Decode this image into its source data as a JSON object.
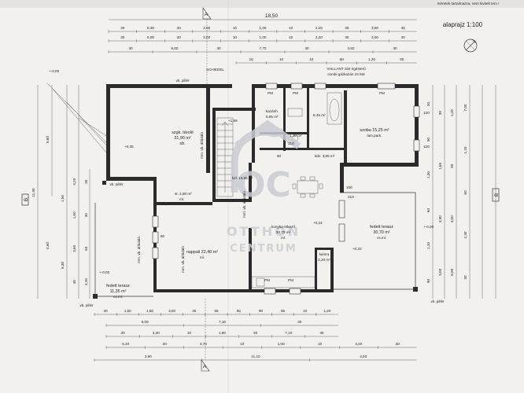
{
  "header": {
    "note": "méretek tartalmazza, nem kivitelt terv !",
    "scale": "alaprajz 1:100",
    "section_marker": "A",
    "axis_marker": "B"
  },
  "dims_top": {
    "overall": "18,50",
    "row1": [
      "30",
      "8,30",
      "30",
      "2,00",
      "10",
      "1,00",
      "10",
      "2,20",
      "30",
      "3,60",
      "30"
    ],
    "row2": [
      "30",
      "6,00",
      "30",
      "2,00",
      "10",
      "1,00",
      "10",
      "2,20",
      "30",
      "3,60",
      "30"
    ],
    "row3": [
      "30",
      "6,00",
      "30",
      "7,70",
      "30",
      "3,60",
      "30"
    ],
    "row4": [
      "10",
      "10",
      "10",
      "60",
      "1,20",
      "90"
    ]
  },
  "dims_bottom": {
    "row1": [
      "30",
      "1,50",
      "1,80",
      "3,60",
      "30",
      "65",
      "60",
      "90",
      "65",
      "10",
      "1,20"
    ],
    "row2": [
      "6,00",
      "7,10",
      "30"
    ],
    "row3": [
      "30",
      "3,30",
      "10",
      "1,80",
      "30",
      "7,10",
      "30"
    ],
    "row4": [
      "5,40",
      "30",
      "3,70",
      "10",
      "1,00",
      "10",
      "4,20",
      "30"
    ],
    "row5": [
      "2,90",
      "11,10",
      "4,50"
    ]
  },
  "dims_left": [
    "11,90",
    "5,60",
    "4,60",
    "1,50",
    "6,30",
    "4,20",
    "1,50",
    "3,60",
    "40",
    "30",
    "30",
    "60",
    "4,20"
  ],
  "dims_right": [
    "30",
    "90",
    "1,30",
    "60",
    "1,20",
    "90",
    "30",
    "1,60",
    "4,90",
    "3,00",
    "1,20",
    "90",
    "4,50",
    "6,90",
    "7,00",
    "1,20",
    "60",
    "2,30",
    "30"
  ],
  "rooms": {
    "storage": {
      "name": "szgk. tároló",
      "area": "31,90 m²",
      "floor": "sb."
    },
    "bath": {
      "name": "kazánh.",
      "area": "5,85 m²"
    },
    "wc1": {
      "area": "8,45 m²"
    },
    "wc2": {
      "area": "1,10 m²"
    },
    "room": {
      "name": "szoba 15,25 m²",
      "floor": "lam.park."
    },
    "hall": {
      "name": "kdz. 3,95 m²"
    },
    "entry": {
      "name": "kzl. 10,95 m²"
    },
    "stair": {
      "name": "st. 4,80 m²",
      "floor": "ml."
    },
    "living": {
      "name": "nappali 22,40 m²",
      "floor": "ml."
    },
    "kitchen": {
      "name": "konyha-étkező",
      "area": "30,70 m²",
      "floor": "ml."
    },
    "pantry": {
      "name": "kamra",
      "area": "2,20 m²"
    },
    "terrace_right": {
      "name": "fedett terasz",
      "area": "30,70 m²",
      "floor": "cs.ml."
    },
    "terrace_left": {
      "name": "fedett terasz",
      "area": "11,35 m²",
      "floor": "cs.ml."
    }
  },
  "labels": {
    "boiler": "VAILLANT zárt égésterű",
    "boiler2": "combi gázkazán 24 kW",
    "chimney": "SCHIEDEL",
    "pillar": "vb. pillér",
    "wall_note": "mm. vb. áthidaló",
    "level_0": "+-0,00",
    "level_035": "+0,35",
    "level_032": "+0,32",
    "level_024": "+0,24",
    "level_156": "+1,56",
    "pm": "PM",
    "sill": "210",
    "w_150": "150",
    "w_120": "120",
    "w_90": "90",
    "w_60": "60"
  },
  "watermark": {
    "logo": "OC",
    "line1": "OTTHON",
    "line2": "CENTRUM"
  }
}
